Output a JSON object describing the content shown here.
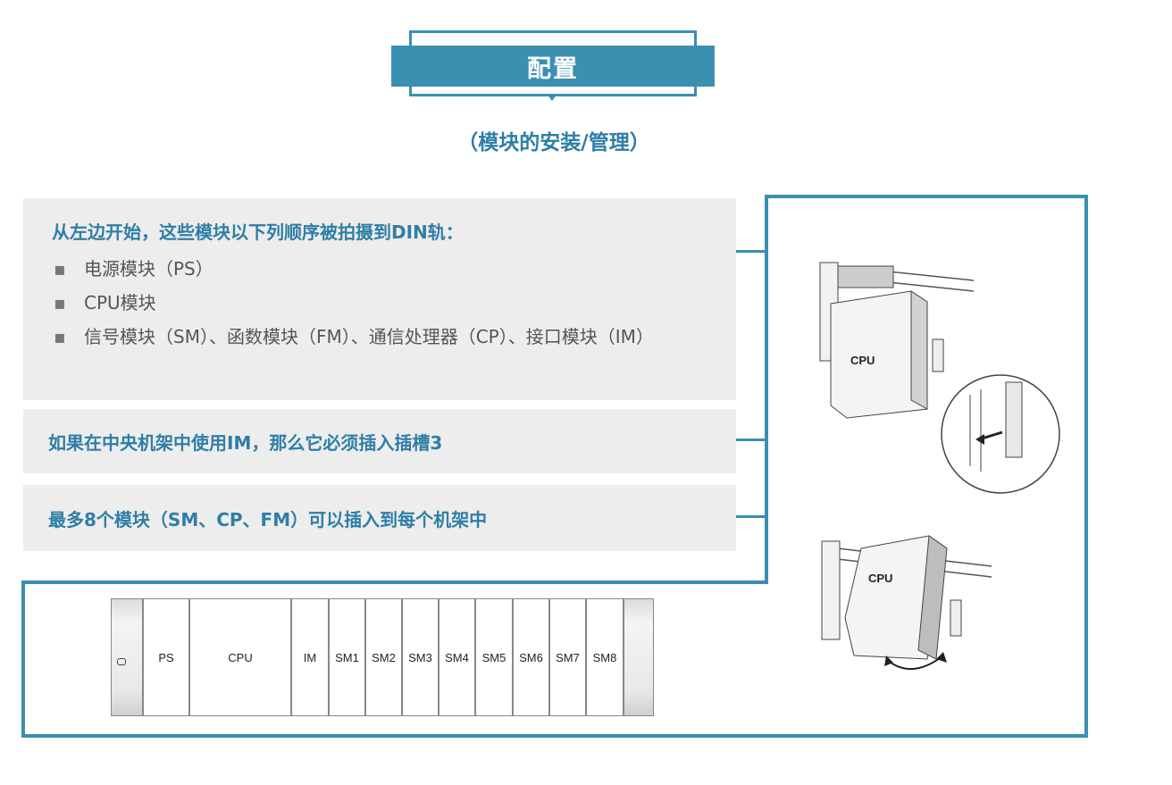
{
  "title": "配置",
  "subtitle": "（模块的安装/管理）",
  "panel1": {
    "heading": "从左边开始，这些模块以下列顺序被拍摄到DIN轨：",
    "bullets": [
      "电源模块（PS）",
      "CPU模块",
      "信号模块（SM）、函数模块（FM）、通信处理器（CP）、接口模块（IM）"
    ]
  },
  "panel2": {
    "text": "如果在中央机架中使用IM，那么它必须插入插槽3"
  },
  "panel3": {
    "text": "最多8个模块（SM、CP、FM）可以插入到每个机架中"
  },
  "rack": {
    "slots": [
      "PS",
      "CPU",
      "IM",
      "SM1",
      "SM2",
      "SM3",
      "SM4",
      "SM5",
      "SM6",
      "SM7",
      "SM8"
    ]
  },
  "illustration": {
    "top_label": "CPU",
    "bottom_label": "CPU"
  },
  "colors": {
    "accent": "#3b8fb0",
    "panel": "#ededed"
  }
}
